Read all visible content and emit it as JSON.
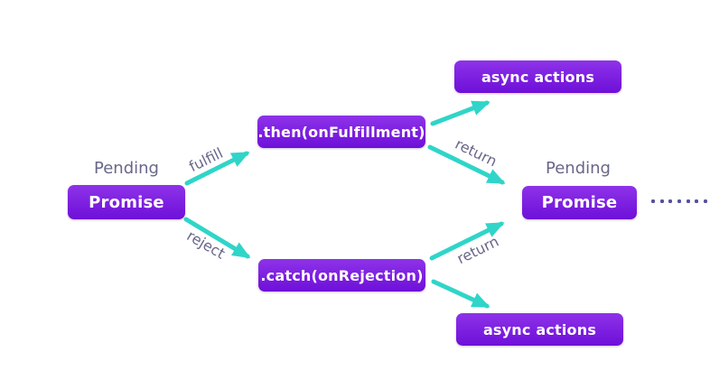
{
  "diagram": {
    "nodes": {
      "promise_left": {
        "label": "Promise",
        "status": "Pending"
      },
      "then": {
        "label": ".then(onFulfillment)"
      },
      "catch": {
        "label": ".catch(onRejection)"
      },
      "async_top": {
        "label": "async actions"
      },
      "async_bottom": {
        "label": "async actions"
      },
      "promise_right": {
        "label": "Promise",
        "status": "Pending"
      }
    },
    "edges": {
      "fulfill": {
        "label": "fulfill"
      },
      "reject": {
        "label": "reject"
      },
      "then_to_async": {
        "label": ""
      },
      "return_top": {
        "label": "return"
      },
      "return_bottom": {
        "label": "return"
      },
      "catch_to_async": {
        "label": ""
      }
    },
    "continuation": {
      "dots_count": 7
    },
    "colors": {
      "node_gradient_top": "#8e33e9",
      "node_gradient_bottom": "#6e10d8",
      "arrow": "#2fd5c8",
      "edge_label_text": "#67678a",
      "node_text": "#ffffff",
      "dots": "#52519e",
      "background": "#ffffff"
    }
  }
}
